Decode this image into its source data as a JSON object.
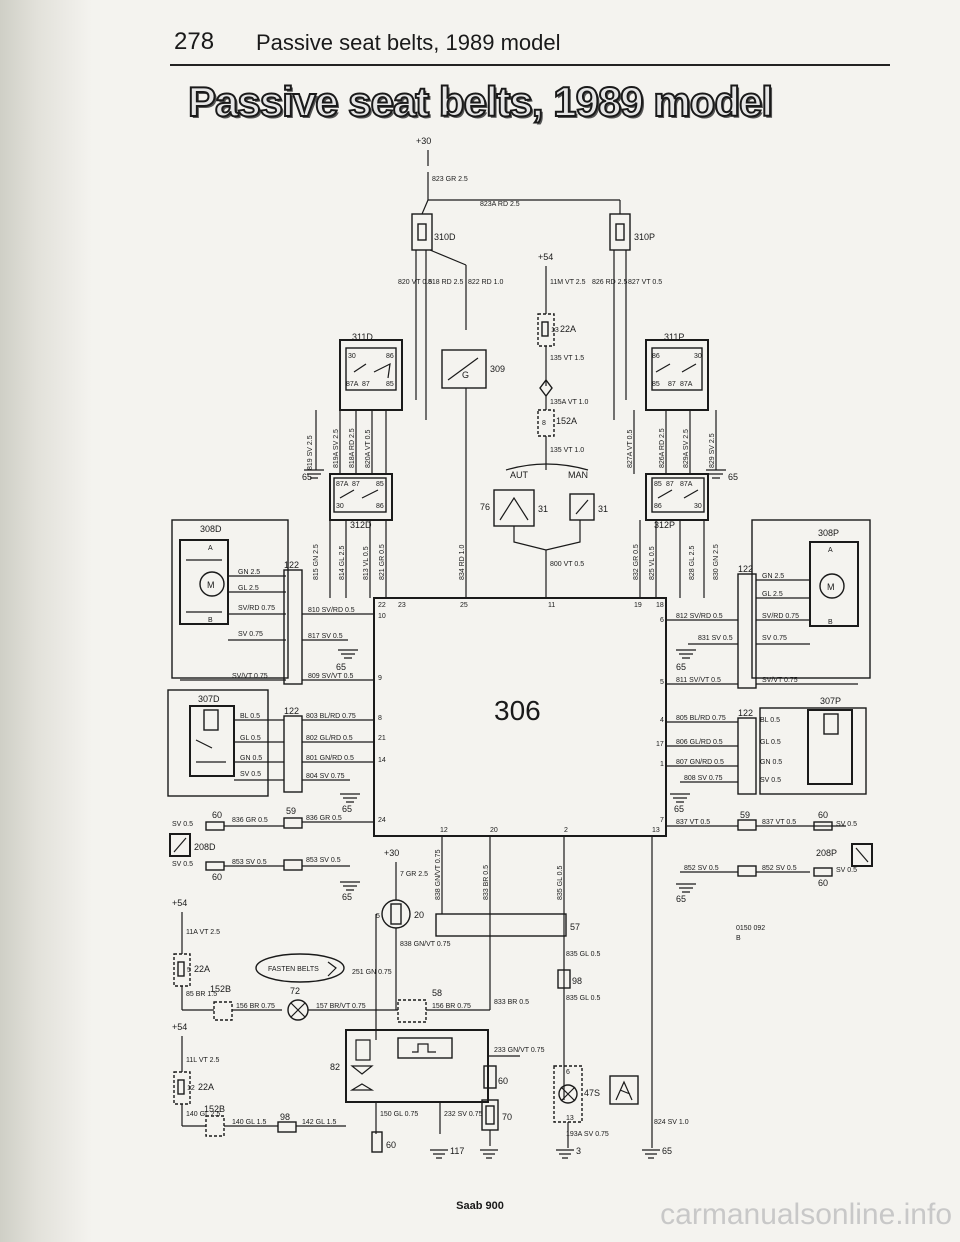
{
  "page": {
    "number": "278",
    "section": "Passive seat belts, 1989 model",
    "title": "Passive seat belts, 1989 model",
    "footer": "Saab 900",
    "watermark": "carmanualsonline.info"
  },
  "diagram": {
    "supplies": [
      "+30",
      "+54"
    ],
    "components": [
      {
        "id": "310D"
      },
      {
        "id": "310P"
      },
      {
        "id": "311D"
      },
      {
        "id": "311P"
      },
      {
        "id": "312D"
      },
      {
        "id": "312P"
      },
      {
        "id": "309",
        "symbol": "G"
      },
      {
        "id": "22A"
      },
      {
        "id": "152A"
      },
      {
        "id": "76"
      },
      {
        "id": "31"
      },
      {
        "id": "308D"
      },
      {
        "id": "308P"
      },
      {
        "id": "307D"
      },
      {
        "id": "307P"
      },
      {
        "id": "306"
      },
      {
        "id": "208D"
      },
      {
        "id": "208P"
      },
      {
        "id": "20"
      },
      {
        "id": "57"
      },
      {
        "id": "98"
      },
      {
        "id": "152B"
      },
      {
        "id": "82"
      },
      {
        "id": "60"
      },
      {
        "id": "70"
      },
      {
        "id": "47S"
      }
    ],
    "switch_labels": {
      "aut": "AUT",
      "man": "MAN"
    },
    "lamp_label": "FASTEN BELTS",
    "ground_refs": [
      "65",
      "117",
      "3"
    ],
    "code": [
      "0150 092",
      "B"
    ],
    "wires": [
      "823 GR 2.5",
      "823A RD 2.5",
      "820 VT 0.5",
      "818 RD 2.5",
      "822 RD 1.0",
      "11M VT 2.5",
      "826 RD 2.5",
      "827 VT 0.5",
      "135 VT 1.5",
      "135A VT 1.0",
      "135 VT 1.0",
      "819 SV 2.5",
      "819A SV 2.5",
      "818A RD 2.5",
      "820A VT 0.5",
      "827A VT 0.5",
      "826A RD 2.5",
      "829A SV 2.5",
      "829 SV 2.5",
      "815 GN 2.5",
      "814 GL 2.5",
      "813 VL 0.5",
      "821 GR 0.5",
      "834 RD 1.0",
      "832 GR 0.5",
      "825 VL 0.5",
      "828 GL 2.5",
      "830 GN 2.5",
      "800 VT 0.5",
      "GN 2.5",
      "GL 2.5",
      "SV/RD 0.75",
      "SV 0.75",
      "SV/VT 0.75",
      "810 SV/RD 0.5",
      "817 SV 0.5",
      "809 SV/VT 0.5",
      "812 SV/RD 0.5",
      "831 SV 0.5",
      "811 SV/VT 0.5",
      "BL 0.5",
      "GL 0.5",
      "GN 0.5",
      "SV 0.5",
      "803 BL/RD 0.75",
      "802 GL/RD 0.5",
      "801 GN/RD 0.5",
      "804 SV 0.75",
      "805 BL/RD 0.75",
      "806 GL/RD 0.5",
      "807 GN/RD 0.5",
      "808 SV 0.75",
      "836 GR 0.5",
      "837 VT 0.5",
      "853 SV 0.5",
      "852 SV 0.5",
      "11A VT 2.5",
      "85 BR 1.5",
      "156 BR 0.75",
      "157 BR/VT 0.75",
      "11L VT 2.5",
      "140 GL 2.5",
      "140 GL 1.5",
      "142 GL 1.5",
      "7 GR 2.5",
      "838 GN/VT 0.75",
      "251 GN 0.75",
      "833 BR 0.5",
      "835 GL 0.5",
      "233 GN/VT 0.75",
      "150 GL 0.75",
      "232 SV 0.75",
      "193A SV 0.75",
      "824 SV 1.0"
    ]
  }
}
